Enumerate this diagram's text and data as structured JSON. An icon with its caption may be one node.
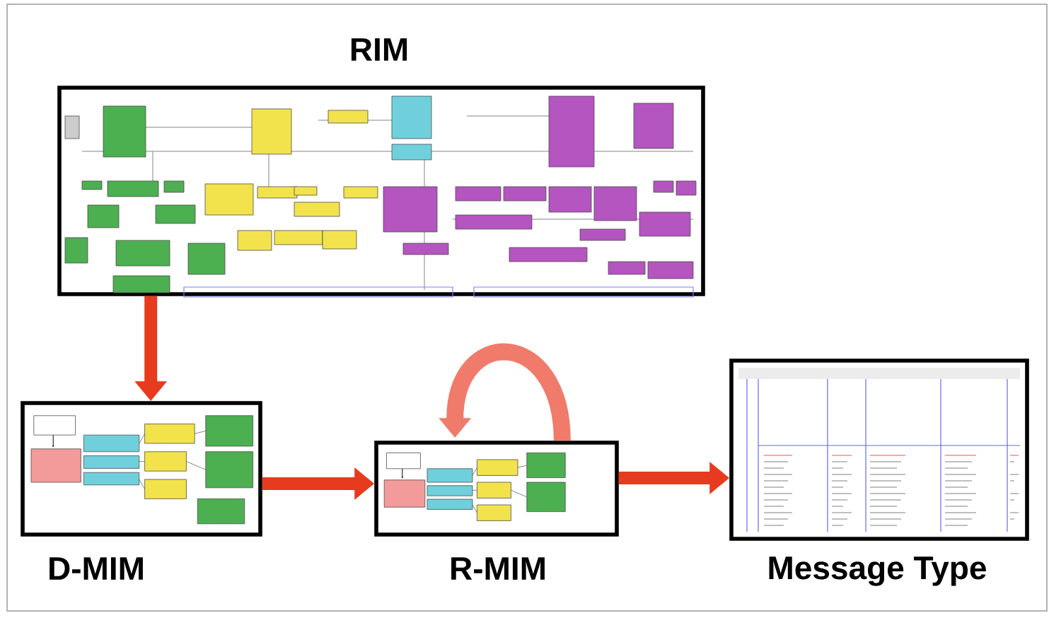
{
  "diagram": {
    "nodes": [
      {
        "text": [
          "RIM"
        ]
      },
      {
        "text": [
          "D-MIM"
        ]
      },
      {
        "text": [
          "R-MIM"
        ]
      },
      {
        "text": [
          "Message Type"
        ]
      }
    ],
    "edges": [
      {
        "from": 0,
        "to": 1,
        "arrow": "to"
      },
      {
        "from": 1,
        "to": 2,
        "arrow": "to"
      },
      {
        "from": 2,
        "to": 3,
        "arrow": "to"
      },
      {
        "from": 2,
        "to": 2,
        "arrow": "to",
        "color": "#f07b6b"
      }
    ]
  }
}
